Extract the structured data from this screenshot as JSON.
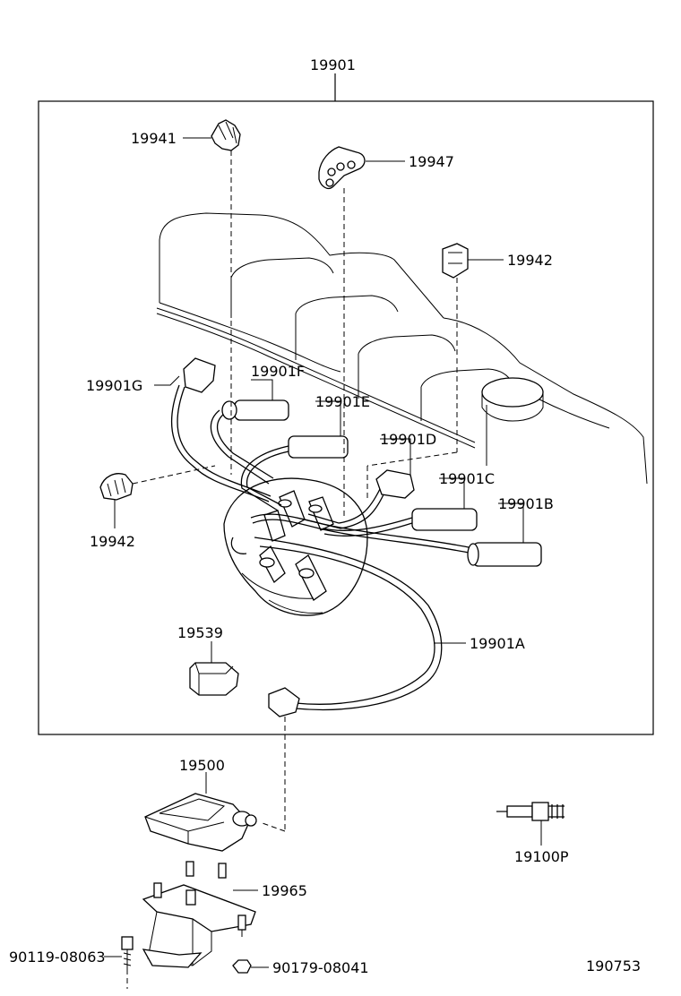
{
  "labels": {
    "l19901": "19901",
    "l19941": "19941",
    "l19947": "19947",
    "l19942a": "19942",
    "l19901G": "19901G",
    "l19901F": "19901F",
    "l19901E": "19901E",
    "l19901D": "19901D",
    "l19901C": "19901C",
    "l19901B": "19901B",
    "l19942b": "19942",
    "l19539": "19539",
    "l19901A": "19901A",
    "l19500": "19500",
    "l19100P": "19100P",
    "l19965": "19965",
    "l90119": "90119-08063",
    "l90179": "90179-08041",
    "l190753": "190753"
  }
}
